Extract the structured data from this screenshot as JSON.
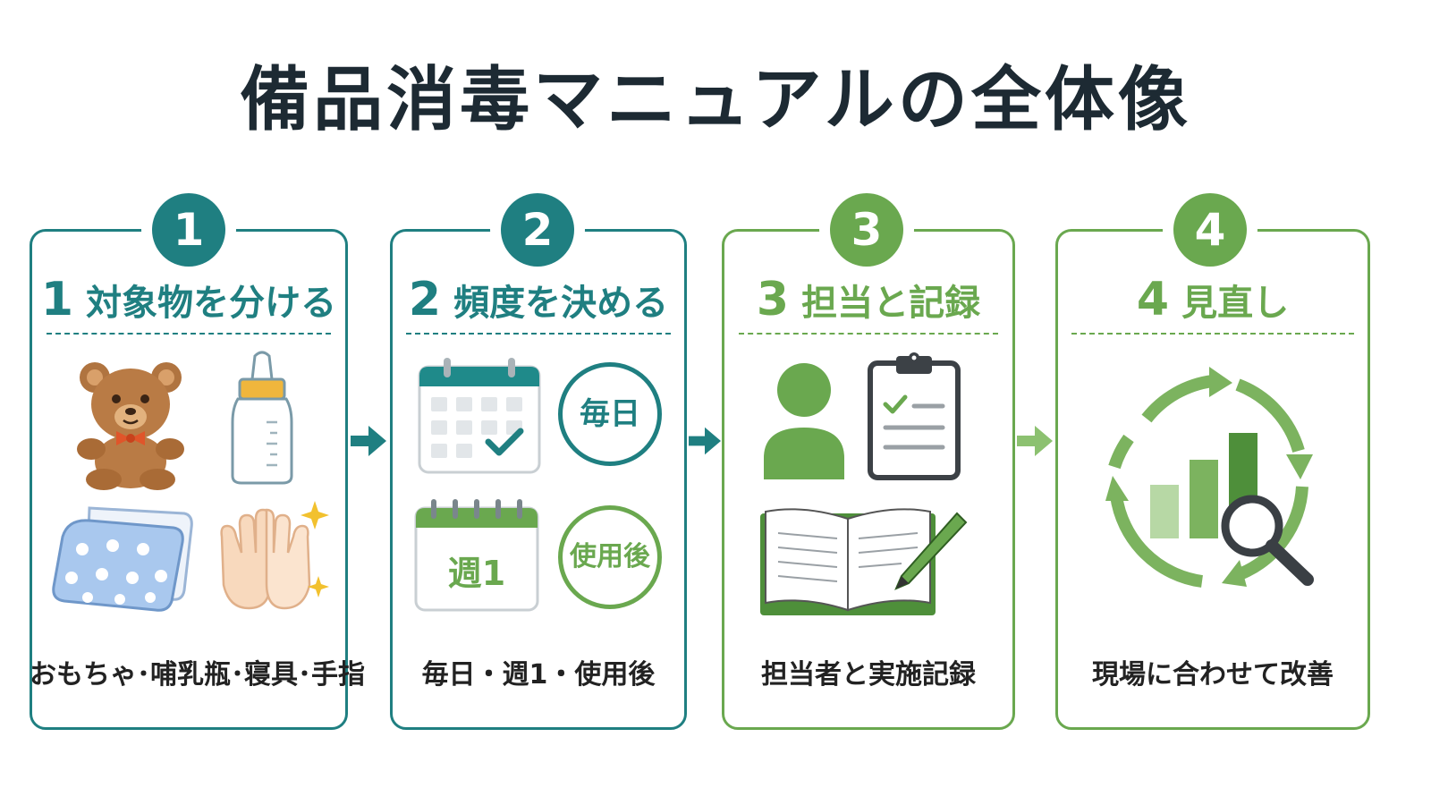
{
  "title": "備品消毒マニュアルの全体像",
  "colors": {
    "teal": "#1f7f81",
    "green": "#6aa84f",
    "text": "#1d2a33"
  },
  "steps": [
    {
      "badge": "1",
      "number": "1",
      "title": "対象物を分ける",
      "caption": "おもちゃ･哺乳瓶･寝具･手指",
      "icons": [
        "teddy-bear-icon",
        "baby-bottle-icon",
        "bedding-icon",
        "hands-icon"
      ]
    },
    {
      "badge": "2",
      "number": "2",
      "title": "頻度を決める",
      "caption": "毎日・週1・使用後",
      "daily_label": "毎日",
      "weekly_label": "週1",
      "after_use_label": "使用後",
      "icons": [
        "calendar-check-icon",
        "calendar-weekly-icon"
      ]
    },
    {
      "badge": "3",
      "number": "3",
      "title": "担当と記録",
      "caption": "担当者と実施記録",
      "icons": [
        "person-icon",
        "clipboard-checklist-icon",
        "notebook-pen-icon"
      ]
    },
    {
      "badge": "4",
      "number": "4",
      "title": "見直し",
      "caption": "現場に合わせて改善",
      "icons": [
        "improvement-cycle-icon"
      ]
    }
  ]
}
